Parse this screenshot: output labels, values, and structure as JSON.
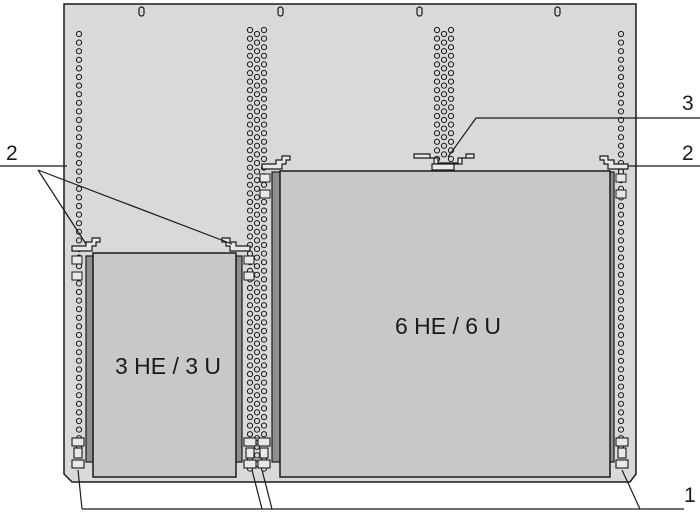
{
  "colors": {
    "panel": "#d9d9d9",
    "module": "#c8c8c8",
    "rail": "#8f8f8f",
    "line": "#1a1a1a",
    "background": "#ffffff"
  },
  "modules": {
    "small": {
      "label": "3 HE / 3 U"
    },
    "large": {
      "label": "6 HE / 6 U"
    }
  },
  "callouts": {
    "guide_rail": "1",
    "mounting_bracket_left": "2",
    "mounting_bracket_right": "2",
    "center_bracket": "3"
  },
  "icons": [
    "perforation-hole-icon",
    "mounting-bracket-icon",
    "guide-rail-icon",
    "rail-foot-icon"
  ]
}
